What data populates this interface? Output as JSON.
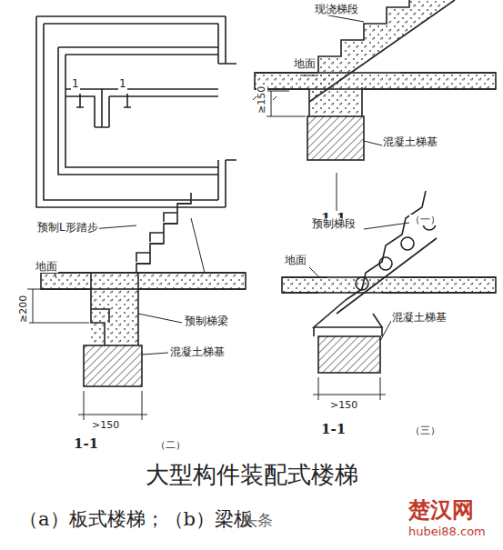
{
  "diagram": {
    "caption": "大型构件装配式楼梯",
    "labels": [
      "1",
      "1",
      "现浇梯段",
      "地面",
      "≥150",
      "混凝土梯基",
      "1-1",
      "（一）",
      "预制L形踏步",
      "地面",
      "≥200",
      "预制梯梁",
      "混凝土梯基",
      ">150",
      "1-1",
      "（二）",
      "预制梯段",
      "地面",
      "混凝土梯基",
      ">150",
      "1-1",
      "（三）",
      "（a）板式楼梯；（b）梁板",
      "头条",
      "楚汉网",
      "hubei88.com"
    ]
  }
}
